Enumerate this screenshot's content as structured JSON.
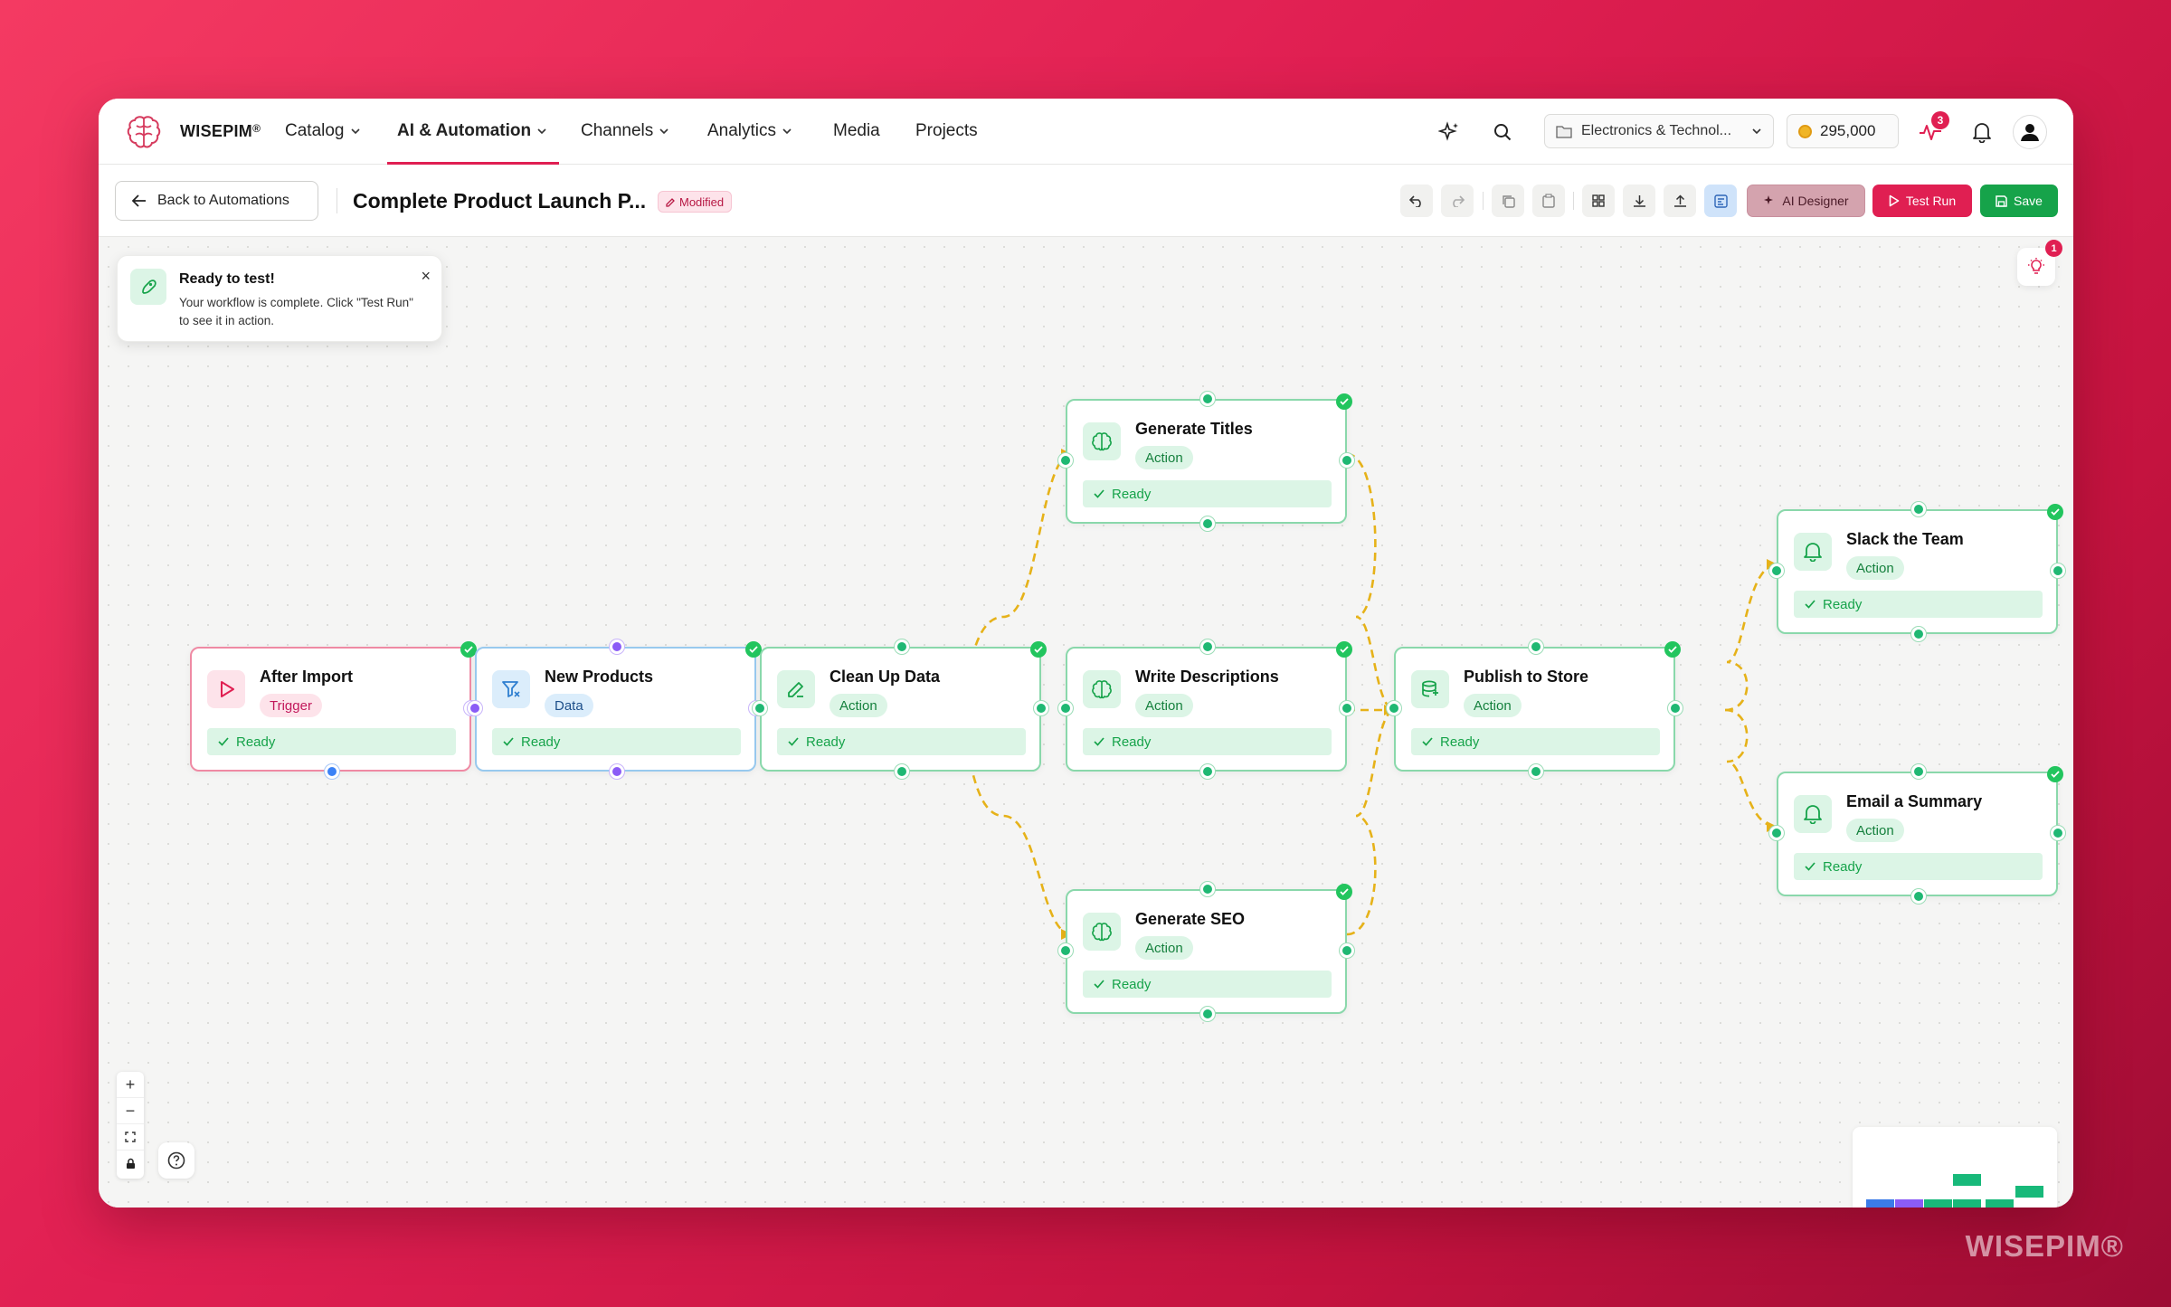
{
  "brand": {
    "name": "WISEPIM",
    "mark": "®",
    "watermark": "WISEPIM®"
  },
  "nav": {
    "items": [
      {
        "label": "Catalog",
        "dropdown": true
      },
      {
        "label": "AI & Automation",
        "dropdown": true,
        "active": true
      },
      {
        "label": "Channels",
        "dropdown": true
      },
      {
        "label": "Analytics",
        "dropdown": true
      },
      {
        "label": "Media",
        "dropdown": false
      },
      {
        "label": "Projects",
        "dropdown": false
      }
    ],
    "store_selector": "Electronics & Technol...",
    "credits": "295,000",
    "activity_badge": "3"
  },
  "toolbar": {
    "back_label": "Back to Automations",
    "title": "Complete Product Launch P...",
    "modified_label": "Modified",
    "ai_designer_label": "AI Designer",
    "test_run_label": "Test Run",
    "save_label": "Save"
  },
  "toast": {
    "title": "Ready to test!",
    "body": "Your workflow is complete. Click \"Test Run\" to see it in action.",
    "close": "×"
  },
  "insights_badge": "1",
  "nodes": [
    {
      "id": "after-import",
      "title": "After Import",
      "type": "Trigger",
      "status": "Ready",
      "kind": "trigger",
      "icon": "play-icon"
    },
    {
      "id": "new-products",
      "title": "New Products",
      "type": "Data",
      "status": "Ready",
      "kind": "data",
      "icon": "filter-icon"
    },
    {
      "id": "clean-up-data",
      "title": "Clean Up Data",
      "type": "Action",
      "status": "Ready",
      "kind": "action",
      "icon": "edit-icon"
    },
    {
      "id": "generate-titles",
      "title": "Generate Titles",
      "type": "Action",
      "status": "Ready",
      "kind": "action",
      "icon": "brain-icon"
    },
    {
      "id": "write-descriptions",
      "title": "Write Descriptions",
      "type": "Action",
      "status": "Ready",
      "kind": "action",
      "icon": "brain-icon"
    },
    {
      "id": "generate-seo",
      "title": "Generate SEO",
      "type": "Action",
      "status": "Ready",
      "kind": "action",
      "icon": "brain-icon"
    },
    {
      "id": "publish-to-store",
      "title": "Publish to Store",
      "type": "Action",
      "status": "Ready",
      "kind": "action",
      "icon": "database-icon"
    },
    {
      "id": "slack-the-team",
      "title": "Slack the Team",
      "type": "Action",
      "status": "Ready",
      "kind": "action",
      "icon": "bell-icon"
    },
    {
      "id": "email-a-summary",
      "title": "Email a Summary",
      "type": "Action",
      "status": "Ready",
      "kind": "action",
      "icon": "bell-icon"
    }
  ],
  "colors": {
    "accent": "#e01f52",
    "success": "#16a34a",
    "edge": "#e6b219",
    "trigger": "#ef8aa4",
    "data": "#98c9ee",
    "action": "#8ad8ab"
  }
}
